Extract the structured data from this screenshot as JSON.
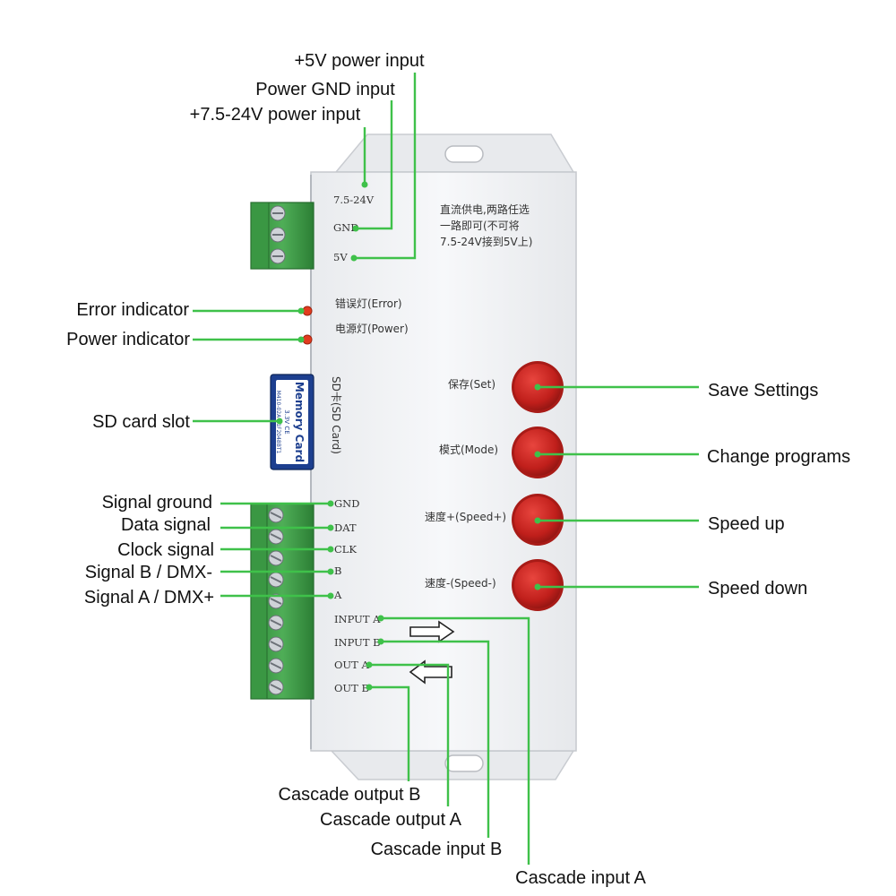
{
  "labels": {
    "v5_input": "+5V power input",
    "gnd_input": "Power GND input",
    "v24_input": "+7.5-24V power input",
    "error_indicator": "Error indicator",
    "power_indicator": "Power indicator",
    "sd_slot": "SD card slot",
    "signal_ground": "Signal ground",
    "data_signal": "Data signal",
    "clock_signal": "Clock signal",
    "signal_b": "Signal B / DMX-",
    "signal_a": "Signal A / DMX+",
    "save_settings": "Save Settings",
    "change_programs": "Change programs",
    "speed_up": "Speed up",
    "speed_down": "Speed down",
    "cascade_output_b": "Cascade output B",
    "cascade_output_a": "Cascade output A",
    "cascade_input_b": "Cascade input B",
    "cascade_input_a": "Cascade input A"
  },
  "panel": {
    "v24": "7.5-24V",
    "gnd": "GND",
    "v5": "5V",
    "note_line1": "直流供电,两路任选",
    "note_line2": "一路即可(不可将",
    "note_line3": "7.5-24V接到5V上)",
    "error_led": "错误灯(Error)",
    "power_led": "电源灯(Power)",
    "sd_card": "SD卡(SD Card)",
    "btn_set": "保存(Set)",
    "btn_mode": "模式(Mode)",
    "btn_speed_up": "速度+(Speed+)",
    "btn_speed_down": "速度-(Speed-)",
    "sig_gnd": "GND",
    "sig_dat": "DAT",
    "sig_clk": "CLK",
    "sig_b": "B",
    "sig_a": "A",
    "input_a": "INPUT A",
    "input_b": "INPUT B",
    "out_a": "OUT A",
    "out_b": "OUT B"
  },
  "sd_card_print": {
    "brand": "Memory Card",
    "spec": "3.3V  CE",
    "serial": "M410-02A A1F2048BT1"
  },
  "colors": {
    "leader": "#3fc14a",
    "case": "#f4f5f7",
    "button": "#c8201c",
    "terminal": "#3e9a47",
    "led": "#e23b1e",
    "sd_card": "#1d3f8f"
  }
}
